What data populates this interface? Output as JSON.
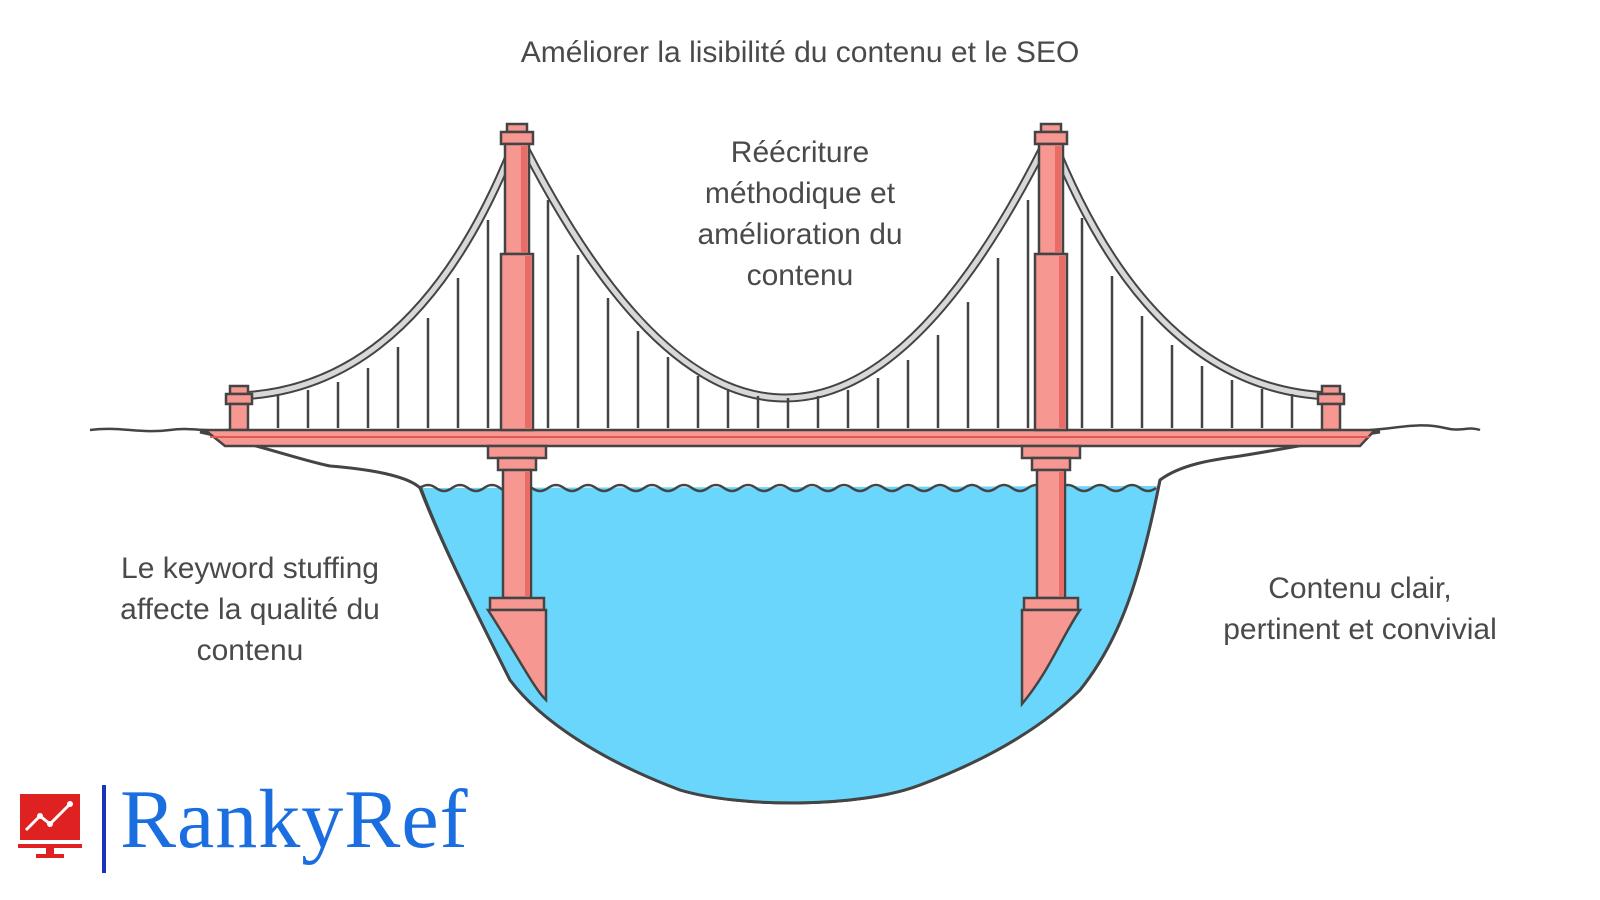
{
  "title": "Améliorer la lisibilité du contenu et le SEO",
  "center_label": "Réécriture\nméthodique et\namélioration du\ncontenu",
  "left_label": "Le keyword stuffing\naffecte la qualité du\ncontenu",
  "right_label": "Contenu clair,\npertinent et convivial",
  "logo": {
    "text": "RankyRef",
    "icon": "chart-monitor-icon"
  },
  "colors": {
    "tower_fill": "#f79791",
    "tower_stroke": "#e05a55",
    "water": "#6ad6fb",
    "outline": "#444444",
    "cable": "#d8d8d8",
    "logo_red": "#e02121",
    "logo_blue": "#1a6ee0"
  }
}
